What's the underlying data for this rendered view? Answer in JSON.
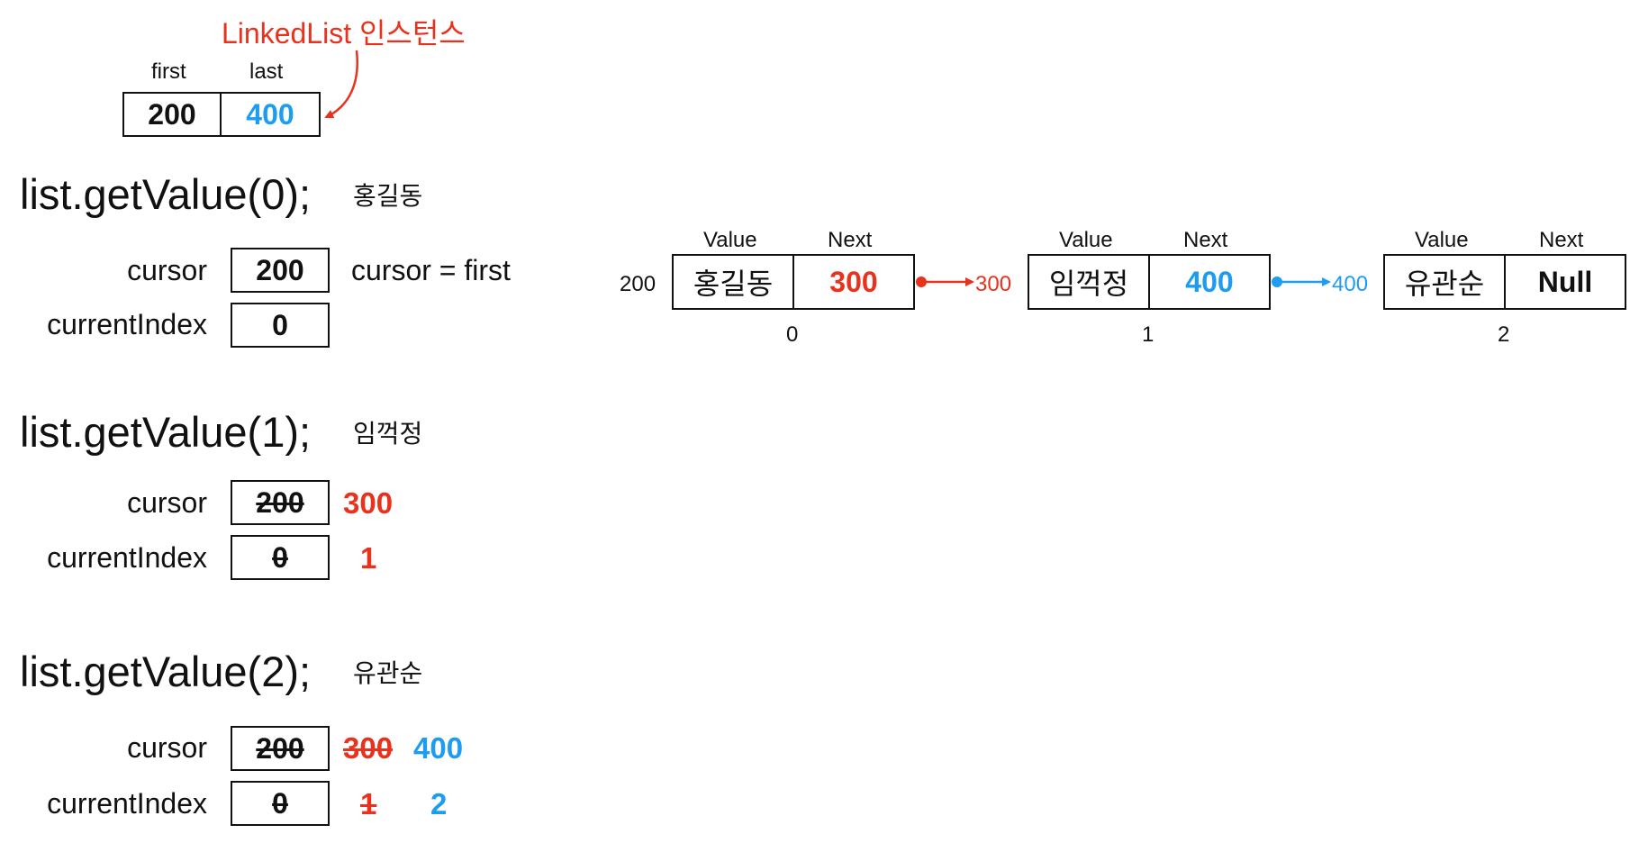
{
  "colors": {
    "red": "#e8321e",
    "blue": "#1e9cf0",
    "ink": "#111111"
  },
  "instance": {
    "label": "LinkedList 인스턴스",
    "first_header": "first",
    "last_header": "last",
    "first_value": "200",
    "last_value": "400"
  },
  "nodes": [
    {
      "address": "200",
      "value_header": "Value",
      "next_header": "Next",
      "value": "홍길동",
      "next": "300",
      "index": "0"
    },
    {
      "address": "300",
      "value_header": "Value",
      "next_header": "Next",
      "value": "임꺽정",
      "next": "400",
      "index": "1"
    },
    {
      "address": "400",
      "value_header": "Value",
      "next_header": "Next",
      "value": "유관순",
      "next": "Null",
      "index": "2"
    }
  ],
  "steps": [
    {
      "call": "list.getValue(0);",
      "result": "홍길동",
      "cursor_label": "cursor",
      "index_label": "currentIndex",
      "cursor_value": "200",
      "index_value": "0",
      "cursor_note": "cursor = first"
    },
    {
      "call": "list.getValue(1);",
      "result": "임꺽정",
      "cursor_label": "cursor",
      "index_label": "currentIndex",
      "cursor_value": "200",
      "index_value": "0",
      "cursor_updates": [
        "300"
      ],
      "index_updates": [
        "1"
      ]
    },
    {
      "call": "list.getValue(2);",
      "result": "유관순",
      "cursor_label": "cursor",
      "index_label": "currentIndex",
      "cursor_value": "200",
      "index_value": "0",
      "cursor_updates": [
        "300",
        "400"
      ],
      "index_updates": [
        "1",
        "2"
      ]
    }
  ]
}
